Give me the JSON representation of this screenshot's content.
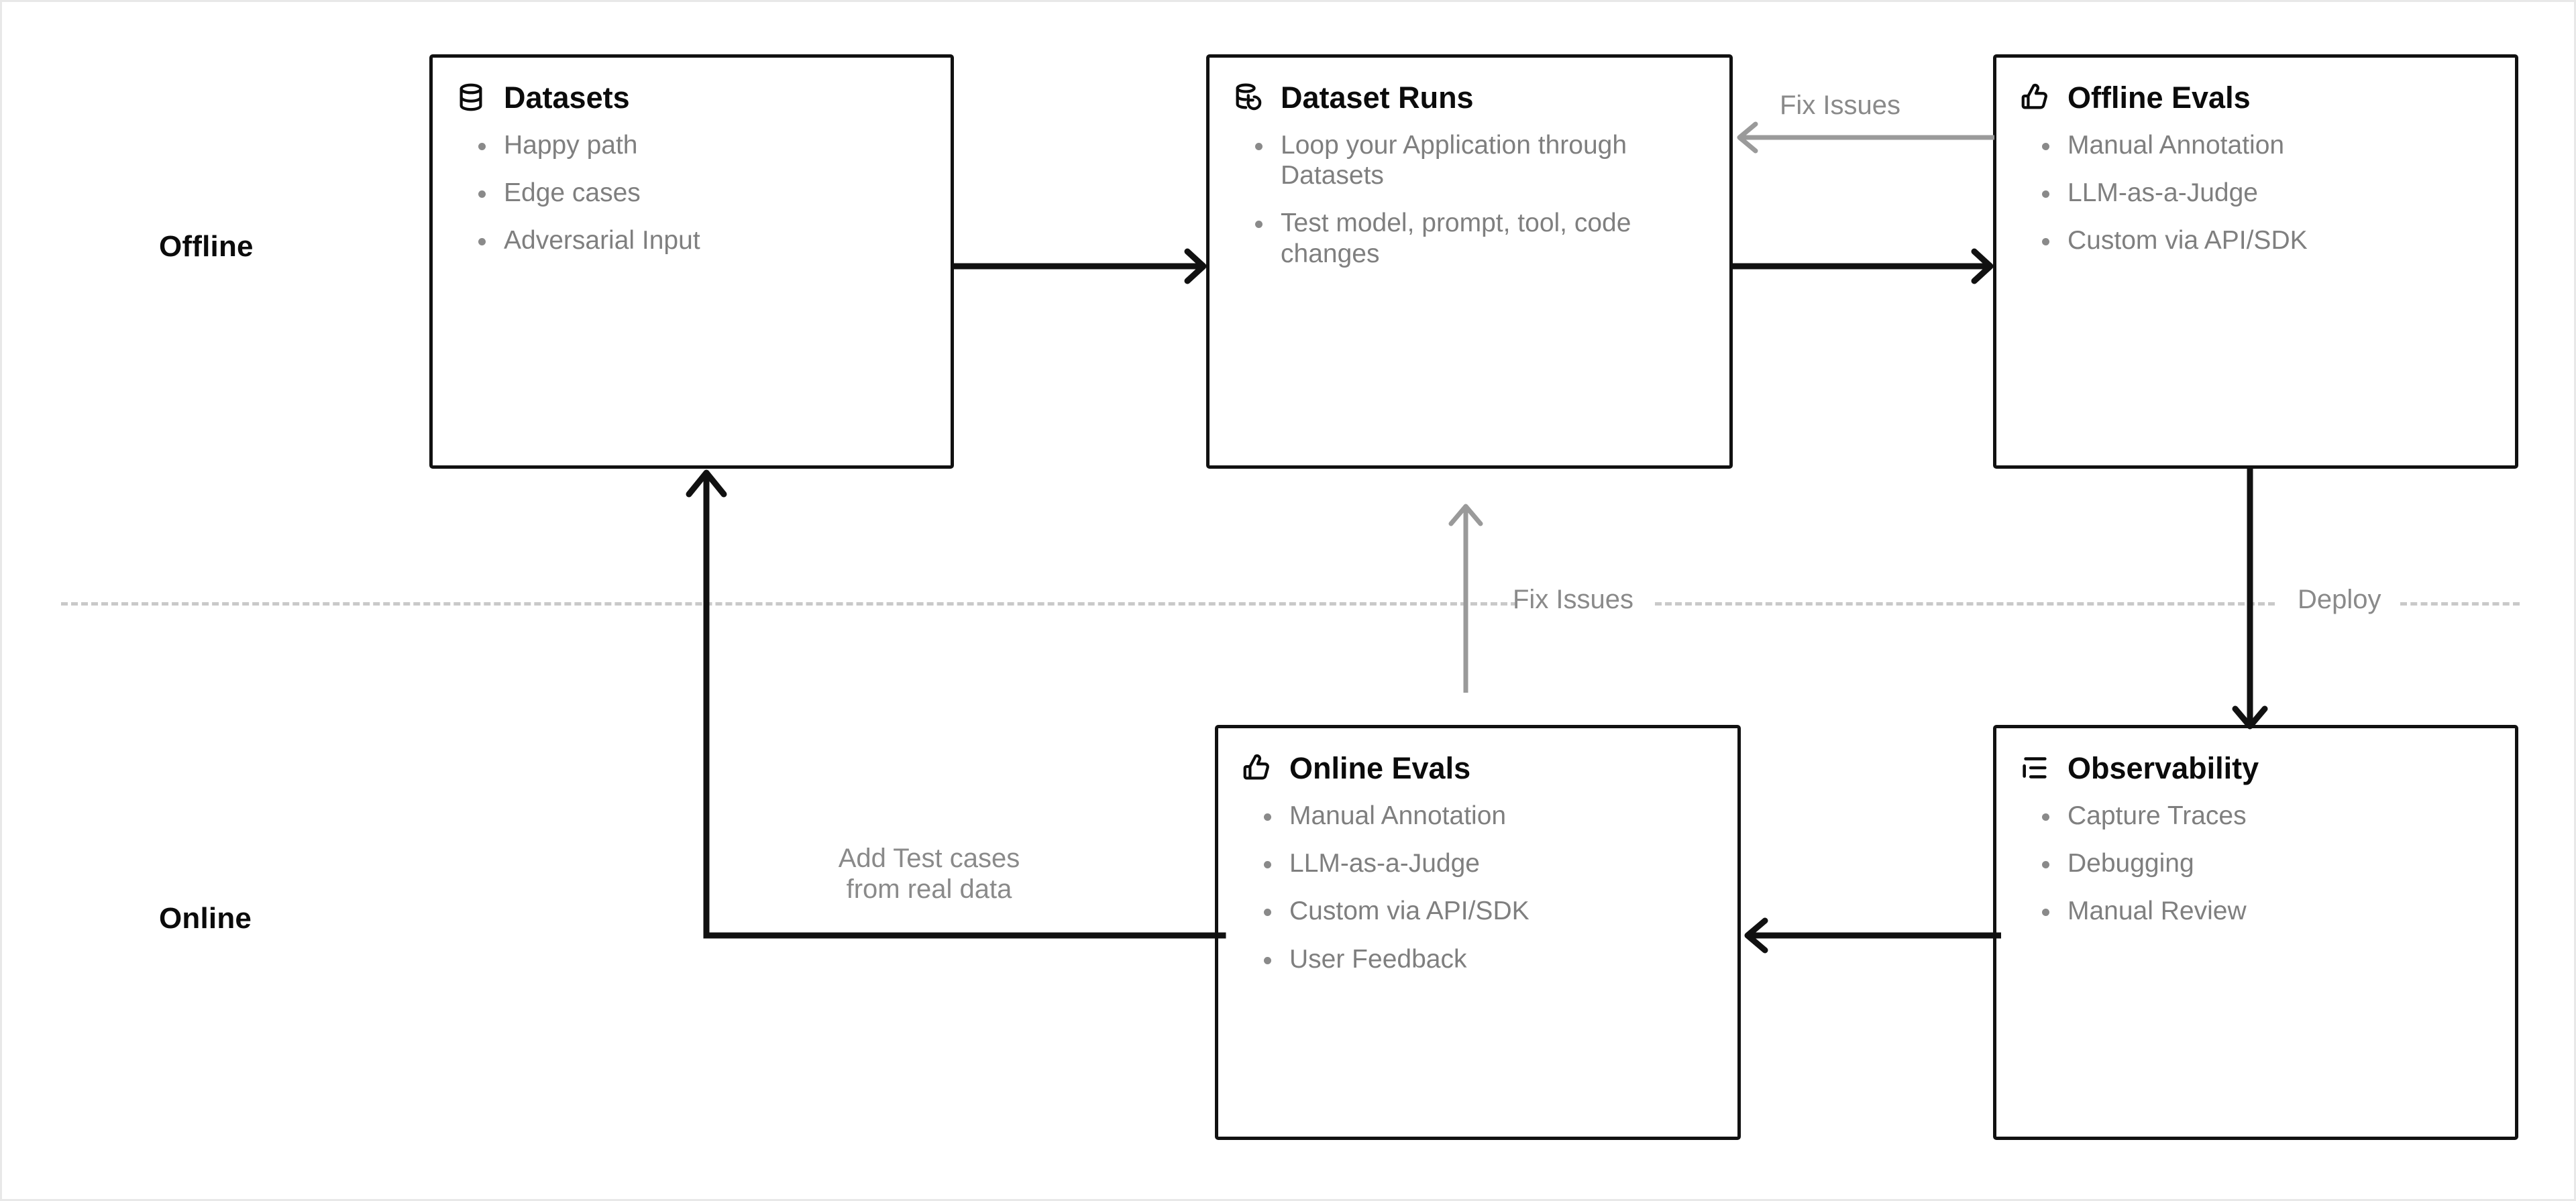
{
  "lanes": {
    "offline_label": "Offline",
    "online_label": "Online"
  },
  "divider": {
    "fix_issues_label": "Fix Issues",
    "deploy_label": "Deploy",
    "color": "#c9c9c9"
  },
  "colors": {
    "node_border": "#111111",
    "node_background": "#ffffff",
    "title_text": "#0b0b0b",
    "bullet_text": "#7f7f7f",
    "muted_label": "#8a8a8a",
    "primary_arrow": "#111111",
    "secondary_arrow": "#9a9a9a",
    "canvas_background": "#ffffff",
    "canvas_border": "#e8e8e8"
  },
  "nodes": [
    {
      "id": "datasets",
      "title": "Datasets",
      "icon": "database-icon",
      "bullets": [
        "Happy path",
        "Edge cases",
        "Adversarial Input"
      ]
    },
    {
      "id": "dataset-runs",
      "title": "Dataset Runs",
      "icon": "database-restore-icon",
      "bullets": [
        "Loop your Application through Datasets",
        "Test model, prompt, tool, code changes"
      ]
    },
    {
      "id": "offline-evals",
      "title": "Offline Evals",
      "icon": "thumbs-up-icon",
      "bullets": [
        "Manual Annotation",
        "LLM-as-a-Judge",
        "Custom via API/SDK"
      ]
    },
    {
      "id": "online-evals",
      "title": "Online Evals",
      "icon": "thumbs-up-icon",
      "bullets": [
        "Manual Annotation",
        "LLM-as-a-Judge",
        "Custom via API/SDK",
        "User Feedback"
      ]
    },
    {
      "id": "observability",
      "title": "Observability",
      "icon": "list-tree-icon",
      "bullets": [
        "Capture Traces",
        "Debugging",
        "Manual Review"
      ]
    }
  ],
  "edges": {
    "fix_issues_top_label": "Fix Issues",
    "add_test_cases_label": "Add Test cases\nfrom real data",
    "add_test_cases_line1": "Add Test cases",
    "add_test_cases_line2": "from real data"
  }
}
